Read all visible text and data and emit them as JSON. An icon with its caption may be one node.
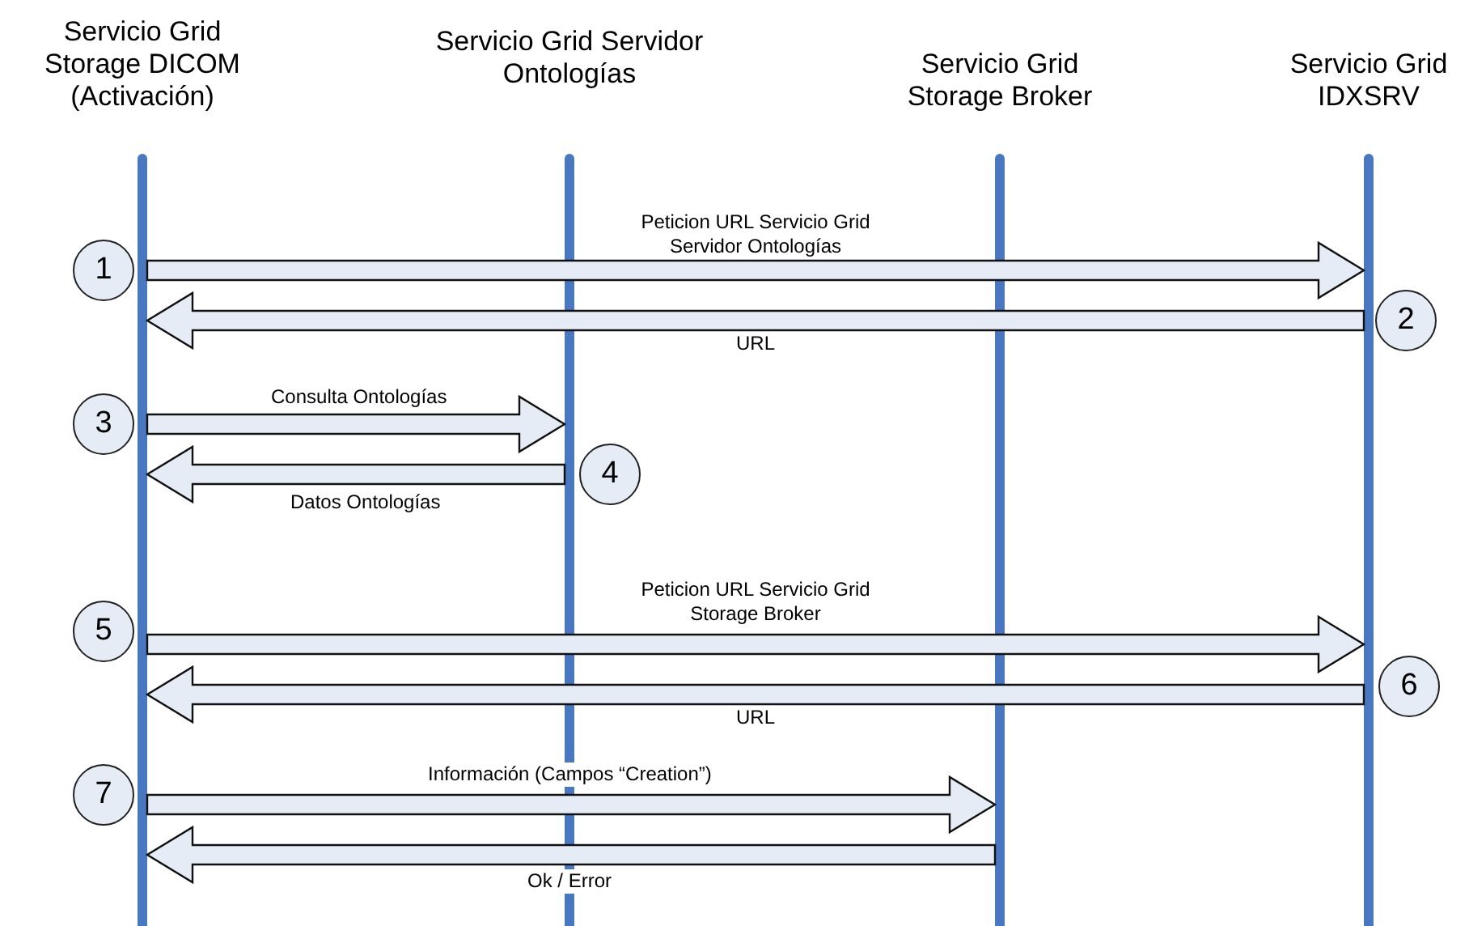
{
  "diagram": {
    "nodes": [
      {
        "text": [
          "Servicio Grid Storage DICOM (Activación)"
        ]
      },
      {
        "text": [
          "Servicio Grid Servidor Ontologías"
        ]
      },
      {
        "text": [
          "Servicio Grid Storage Broker"
        ]
      },
      {
        "text": [
          "Servicio Grid IDXSRV"
        ]
      },
      {
        "text": [
          "1"
        ]
      },
      {
        "text": [
          "2"
        ]
      },
      {
        "text": [
          "3"
        ]
      },
      {
        "text": [
          "4"
        ]
      },
      {
        "text": [
          "5"
        ]
      },
      {
        "text": [
          "6"
        ]
      },
      {
        "text": [
          "7"
        ]
      }
    ],
    "edges": [
      {
        "from": 0,
        "to": 3,
        "arrow": "to",
        "label": "Peticion URL Servicio Grid Servidor Ontologías"
      },
      {
        "from": 3,
        "to": 0,
        "arrow": "to",
        "label": "URL"
      },
      {
        "from": 0,
        "to": 1,
        "arrow": "to",
        "label": "Consulta Ontologías"
      },
      {
        "from": 1,
        "to": 0,
        "arrow": "to",
        "label": "Datos Ontologías"
      },
      {
        "from": 0,
        "to": 3,
        "arrow": "to",
        "label": "Peticion URL Servicio Grid Storage Broker"
      },
      {
        "from": 3,
        "to": 0,
        "arrow": "to",
        "label": "URL"
      },
      {
        "from": 0,
        "to": 2,
        "arrow": "to",
        "label": "Información (Campos “Creation”)"
      },
      {
        "from": 2,
        "to": 0,
        "arrow": "to",
        "label": "Ok / Error"
      }
    ]
  }
}
